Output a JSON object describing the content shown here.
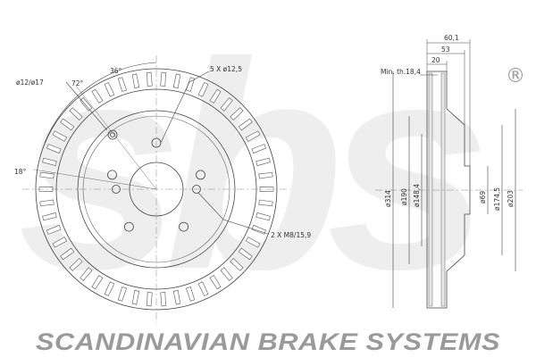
{
  "front_view": {
    "bolt_circle_label": "5 X ø12,5",
    "bolt_hole_label": "ø12/ø17",
    "angle_36": "36°",
    "angle_72": "72°",
    "angle_18": "18°",
    "thread_label": "2 X M8/15,9"
  },
  "side_view": {
    "dim_60": "60,1",
    "dim_53": "53",
    "dim_20": "20",
    "min_thickness": "Min. th.18,4",
    "dia_314": "ø314",
    "dia_190": "ø190",
    "dia_148": "ø148,4",
    "dia_69": "ø69",
    "dia_174": "ø174,5",
    "dia_203": "ø203"
  },
  "logo": {
    "text": "sbs",
    "registered_mark": "®"
  },
  "footer": {
    "brand_line": "SCANDINAVIAN BRAKE SYSTEMS"
  }
}
